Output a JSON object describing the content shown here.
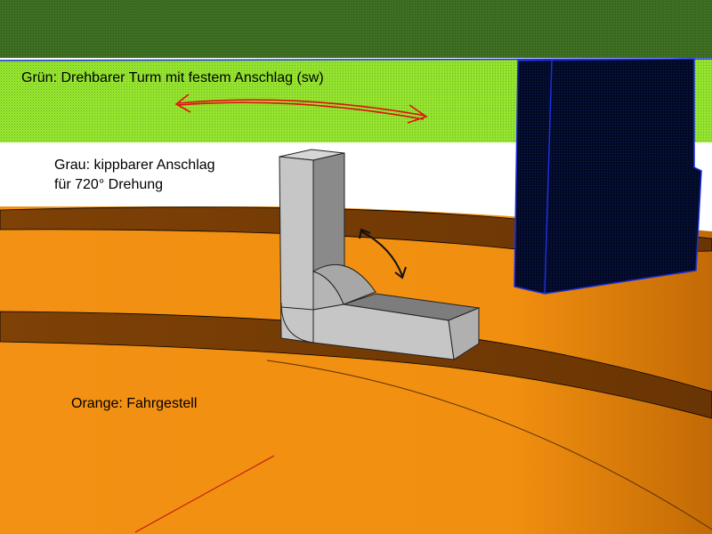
{
  "labels": {
    "green": "Grün: Drehbarer Turm mit festem Anschlag (sw)",
    "grey_line1": "Grau: kippbarer Anschlag",
    "grey_line2": "für 720° Drehung",
    "orange": "Orange: Fahrgestell"
  },
  "colors": {
    "dark_green": "#3e6e22",
    "turret_green": "#95e42f",
    "chassis_orange": "#f18f10",
    "track_brown": "#7a3e05",
    "stop_black": "#030a26",
    "stop_outline": "#1a2fe0",
    "grey_light": "#c8c8c8",
    "grey_mid": "#a5a5a5",
    "grey_dark": "#7d7d7d",
    "arrow_red": "#e01010",
    "arrow_black": "#101010"
  }
}
